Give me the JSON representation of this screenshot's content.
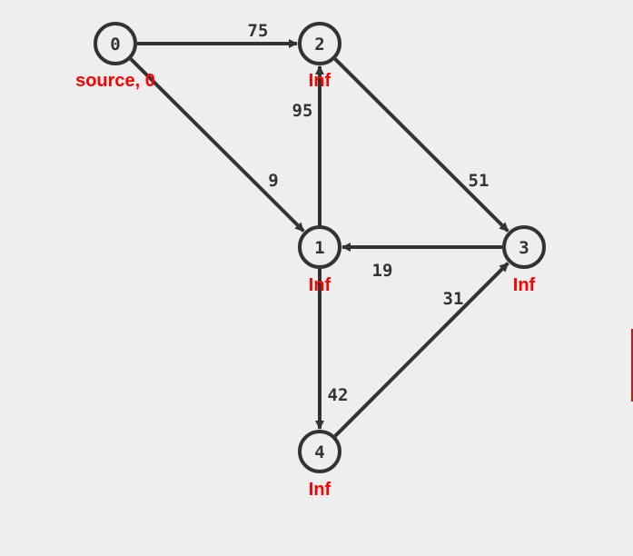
{
  "colors": {
    "background": "#eeeeee",
    "stroke": "#333333",
    "distance": "#ff0000"
  },
  "graph": {
    "nodes": [
      {
        "id": "0",
        "label": "0",
        "distance": "source, 0"
      },
      {
        "id": "1",
        "label": "1",
        "distance": "Inf"
      },
      {
        "id": "2",
        "label": "2",
        "distance": "Inf"
      },
      {
        "id": "3",
        "label": "3",
        "distance": "Inf"
      },
      {
        "id": "4",
        "label": "4",
        "distance": "Inf"
      }
    ],
    "edges": [
      {
        "from": "0",
        "to": "2",
        "weight": "75"
      },
      {
        "from": "0",
        "to": "1",
        "weight": "9"
      },
      {
        "from": "1",
        "to": "2",
        "weight": "95"
      },
      {
        "from": "2",
        "to": "3",
        "weight": "51"
      },
      {
        "from": "3",
        "to": "1",
        "weight": "19"
      },
      {
        "from": "1",
        "to": "4",
        "weight": "42"
      },
      {
        "from": "4",
        "to": "3",
        "weight": "31"
      }
    ]
  }
}
